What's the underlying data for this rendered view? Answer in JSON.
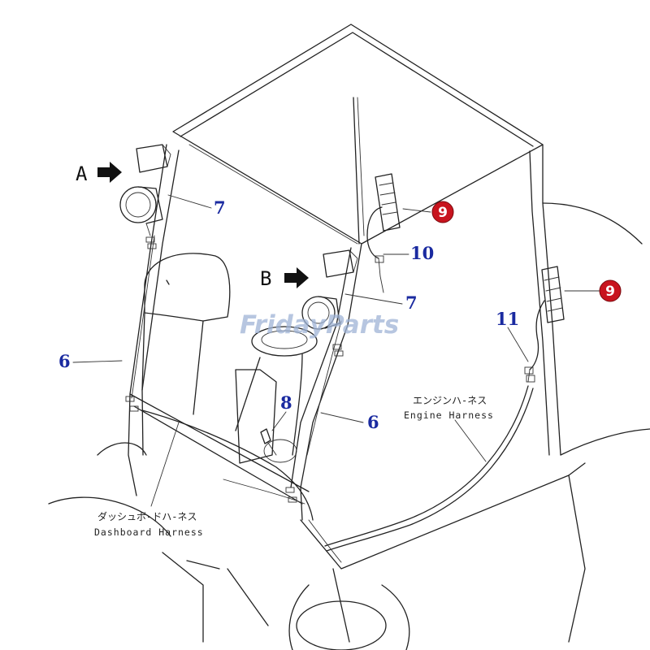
{
  "diagram": {
    "views": [
      {
        "id": "A",
        "label": "A"
      },
      {
        "id": "B",
        "label": "B"
      }
    ],
    "callouts": [
      {
        "id": "c7a",
        "label": "7"
      },
      {
        "id": "c7b",
        "label": "7"
      },
      {
        "id": "c6a",
        "label": "6"
      },
      {
        "id": "c6b",
        "label": "6"
      },
      {
        "id": "c8",
        "label": "8"
      },
      {
        "id": "c10",
        "label": "10"
      },
      {
        "id": "c11",
        "label": "11"
      },
      {
        "id": "c9a",
        "label": "9"
      },
      {
        "id": "c9b",
        "label": "9"
      }
    ],
    "harness_labels": {
      "engine_jp": "エンジンハ-ネス",
      "engine_en": "Engine Harness",
      "dashboard_jp": "ダッシュボ-ドハ-ネス",
      "dashboard_en": "Dashboard Harness"
    },
    "watermark": "FridayParts",
    "colors": {
      "callout_text": "#1a2aa0",
      "highlight_circle": "#c8141e",
      "line_art": "#222222",
      "watermark": "#9fb4d6"
    }
  }
}
